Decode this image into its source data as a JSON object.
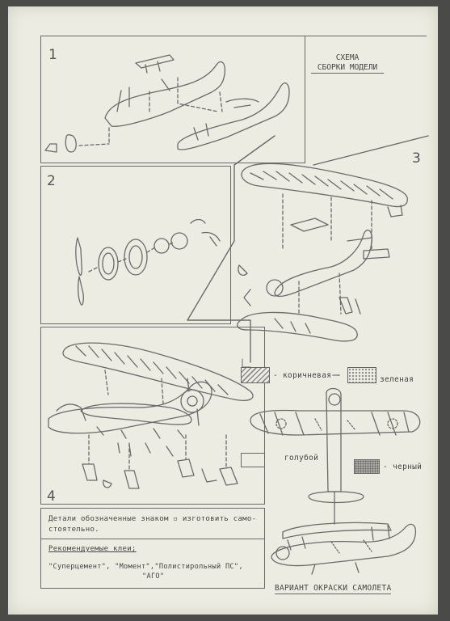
{
  "header": {
    "title_line1": "СХЕМА",
    "title_line2": "СБОРКИ МОДЕЛИ"
  },
  "panels": [
    {
      "number": "1"
    },
    {
      "number": "2"
    },
    {
      "number": "3"
    },
    {
      "number": "4"
    }
  ],
  "legend": {
    "brown_label": "- коричневая -",
    "green_label": "зеленая",
    "blue_label": "голубой",
    "black_label": "- черный"
  },
  "notes": {
    "self_made_text_line1": "Детали обозначенные знаком ▫ изготовить само-",
    "self_made_text_line2": "стоятельно.",
    "glues_heading": "Рекомендуемые клеи;",
    "glues_line1": "\"Суперцемент\", \"Момент\",\"Полистирольный ПС\",",
    "glues_line2": "\"АГО\""
  },
  "footer": {
    "caption": "ВАРИАНТ ОКРАСКИ САМОЛЕТА"
  },
  "colors": {
    "paper": "#ecece2",
    "ink": "#555555",
    "background": "#4a4a48"
  }
}
